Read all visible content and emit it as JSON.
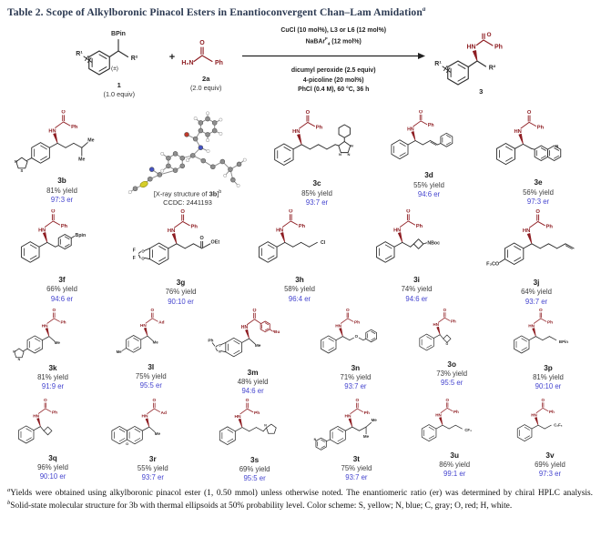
{
  "title": {
    "text": "Table 2. Scope of Alkylboronic Pinacol Esters in Enantioconvergent Chan–Lam Amidation",
    "sup": "a"
  },
  "scheme": {
    "substrate": {
      "bpin": "BPin",
      "r1": "R¹",
      "r2": "R²",
      "pm": "(±)",
      "id": "1",
      "equiv": "(1.0 equiv)"
    },
    "plus": "+",
    "amide2a": {
      "h2n": "H₂N",
      "o": "O",
      "ph": "Ph",
      "id": "2a",
      "equiv": "(2.0 equiv)"
    },
    "cond_above_1": "CuCl (10 mol%), L3 or L6 (12 mol%)",
    "cond_above_2": {
      "pre": "NaBAr",
      "sup": "F",
      "sub": "4",
      "post": " (12 mol%)"
    },
    "cond_below_1": "dicumyl peroxide (2.5 equiv)",
    "cond_below_2": "4-picoline (20 mol%)",
    "cond_below_3": "PhCl (0.4 M), 60 °C, 36 h",
    "product": {
      "hn": "HN",
      "o": "O",
      "ph": "Ph",
      "r1": "R¹",
      "r2": "R²",
      "id": "3"
    }
  },
  "xray": {
    "caption_pre": "[X-ray structure of ",
    "caption_bold": "3b",
    "caption_post": "]",
    "sup": "b",
    "ccdc": "CCDC: 2441193"
  },
  "colors": {
    "amide_red": "#8e1d22",
    "er_blue": "#4545cf",
    "line": "#2b2b2b",
    "sulfur": "#d6ce2a",
    "nitrogen": "#4553c2",
    "oxygen": "#c03a2b",
    "carbon": "#8f8f8f"
  },
  "compounds": [
    {
      "id": "3b",
      "yield": "81% yield",
      "er": "97:3 er",
      "labels": {
        "nh": "HN",
        "o": "O",
        "acyl": "Ph",
        "t1": "Me",
        "t2": "Me",
        "la1": "N",
        "la2": "S"
      }
    },
    {
      "id": "3c",
      "yield": "85% yield",
      "er": "93:7 er",
      "labels": {
        "nh": "HN",
        "o": "O",
        "acyl": "Ph",
        "ln": "N"
      }
    },
    {
      "id": "3d",
      "yield": "55% yield",
      "er": "94:6 er",
      "labels": {
        "nh": "HN",
        "o": "O",
        "acyl": "Ph"
      }
    },
    {
      "id": "3e",
      "yield": "56% yield",
      "er": "97:3 er",
      "labels": {
        "nh": "HN",
        "o": "O",
        "acyl": "Ph",
        "ln": "N"
      }
    },
    {
      "id": "3f",
      "yield": "66% yield",
      "er": "94:6 er",
      "labels": {
        "nh": "HN",
        "o": "O",
        "acyl": "Ph",
        "t1": "Bpin"
      }
    },
    {
      "id": "3g",
      "yield": "76% yield",
      "er": "90:10 er",
      "labels": {
        "nh": "HN",
        "o": "O",
        "acyl": "Ph",
        "t1": "OEt",
        "t2": "O",
        "lf": "F",
        "lo": "O"
      }
    },
    {
      "id": "3h",
      "yield": "58% yield",
      "er": "96:4 er",
      "labels": {
        "nh": "HN",
        "o": "O",
        "acyl": "Ph",
        "t1": "Cl"
      }
    },
    {
      "id": "3i",
      "yield": "74% yield",
      "er": "94:6 er",
      "labels": {
        "nh": "HN",
        "o": "O",
        "acyl": "Ph",
        "t1": "NBoc"
      }
    },
    {
      "id": "3j",
      "yield": "64% yield",
      "er": "93:7 er",
      "labels": {
        "nh": "HN",
        "o": "O",
        "acyl": "Ph",
        "left": "F₃CO"
      }
    },
    {
      "id": "3k",
      "yield": "81% yield",
      "er": "91:9 er",
      "labels": {
        "nh": "HN",
        "o": "O",
        "acyl": "Ph",
        "t1": "Me",
        "la1": "N",
        "la2": "N"
      }
    },
    {
      "id": "3l",
      "yield": "75% yield",
      "er": "95:5 er",
      "labels": {
        "nh": "HN",
        "o": "O",
        "acyl": "Ad",
        "t1": "Me",
        "left": "Me"
      }
    },
    {
      "id": "3m",
      "yield": "48% yield",
      "er": "94:6 er",
      "labels": {
        "nh": "HN",
        "o": "O",
        "acyl": "ᵗBu",
        "t1": "Me",
        "lph": "Ph",
        "ln": "N",
        "lo": "O"
      }
    },
    {
      "id": "3n",
      "yield": "71% yield",
      "er": "93:7 er",
      "labels": {
        "nh": "HN",
        "o": "O",
        "acyl": "Ph",
        "mo": "O"
      }
    },
    {
      "id": "3o",
      "yield": "73% yield",
      "er": "95:5 er",
      "labels": {
        "nh": "HN",
        "o": "O",
        "acyl": "Ph",
        "lo": "O"
      }
    },
    {
      "id": "3p",
      "yield": "81% yield",
      "er": "90:10 er",
      "labels": {
        "nh": "HN",
        "o": "O",
        "acyl": "Ph",
        "t1": "BPin"
      }
    },
    {
      "id": "3q",
      "yield": "96% yield",
      "er": "90:10 er",
      "labels": {
        "nh": "HN",
        "o": "O",
        "acyl": "Ph"
      }
    },
    {
      "id": "3r",
      "yield": "55% yield",
      "er": "93:7 er",
      "labels": {
        "nh": "HN",
        "o": "O",
        "acyl": "Ad",
        "t1": "Me",
        "lo": "O"
      }
    },
    {
      "id": "3s",
      "yield": "69% yield",
      "er": "95:5 er",
      "labels": {
        "nh": "HN",
        "o": "O",
        "acyl": "Ph",
        "ln": "N"
      }
    },
    {
      "id": "3t",
      "yield": "75% yield",
      "er": "93:7 er",
      "labels": {
        "nh": "HN",
        "o": "O",
        "acyl": "Ph",
        "t1": "Me",
        "t2": "Me",
        "ln": "N"
      }
    },
    {
      "id": "3u",
      "yield": "86% yield",
      "er": "99:1 er",
      "labels": {
        "nh": "HN",
        "o": "O",
        "acyl": "Ph",
        "t1": "CF₃"
      }
    },
    {
      "id": "3v",
      "yield": "69% yield",
      "er": "97:3 er",
      "labels": {
        "nh": "HN",
        "o": "O",
        "acyl": "Ph",
        "t1": "C₂F₅"
      }
    }
  ],
  "footnote": {
    "sup_a": "a",
    "part_a": "Yields were obtained using alkylboronic pinacol ester (1, 0.50 mmol) unless otherwise noted. The enantiomeric ratio (er) was determined by chiral HPLC analysis. ",
    "sup_b": "b",
    "part_b": "Solid-state molecular structure for 3b with thermal ellipsoids at 50% probability level. Color scheme: S, yellow; N, blue; C, gray; O, red; H, white."
  }
}
